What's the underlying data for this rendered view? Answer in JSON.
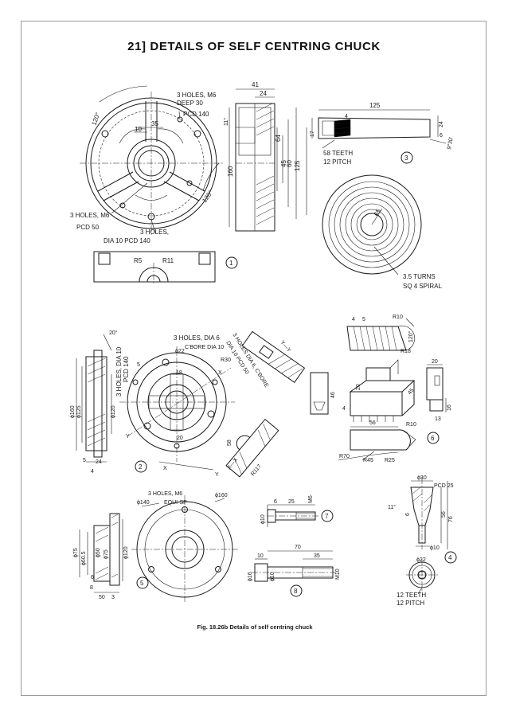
{
  "title": "21] DETAILS OF SELF CENTRING CHUCK",
  "caption": "Fig. 18.26b Details of self centring chuck",
  "part_numbers": [
    "1",
    "2",
    "3",
    "4",
    "5",
    "6",
    "7",
    "8"
  ],
  "part1": {
    "holes_m6": "3 HOLES, M6",
    "deep": "DEEP 30",
    "pcd140": "PCD 140",
    "holes_m6_b": "3 HOLES, M6",
    "pcd50": "PCD 50",
    "holes3": "3 HOLES,",
    "dia10": "DIA 10 PCD 140",
    "d120a": "120°",
    "d120b": "120°",
    "d35": "35",
    "d10": "10",
    "d41": "41",
    "d24": "24",
    "d11": "11°",
    "d64": "64",
    "d45": "45",
    "d60": "60",
    "d125": "125",
    "d160": "160",
    "r5": "R5",
    "r11": "R11"
  },
  "part3": {
    "d125": "125",
    "d4": "4",
    "d17": "17",
    "d24": "24",
    "d6": "6",
    "ang": "9°30'",
    "teeth": "58 TEETH",
    "pitch": "12 PITCH",
    "d65": "65",
    "turns": "3.5 TURNS",
    "spiral": "SQ 4 SPIRAL"
  },
  "part2": {
    "d20": "20°",
    "holes_dia10": "3 HOLES, DIA 10",
    "pcd140": "PCD 140",
    "holes_dia6": "3 HOLES, DIA 6",
    "cbore": "C'BORE DIA 10",
    "d22": "ϕ22",
    "d5": "5",
    "d18": "18",
    "r30": "R30",
    "xlab": "X",
    "ylab": "Y",
    "d160": "ϕ160",
    "d125": "ϕ125",
    "d120": "ϕ120",
    "d5b": "5",
    "d24": "24",
    "d4": "4",
    "d20b": "20",
    "d58": "58",
    "side1": "3 HOLES DIA 6, C'BORE",
    "side2": "DIA 10 PCD 50",
    "yy": "Y—Y",
    "xx": "X—X",
    "r117": "R117"
  },
  "part6": {
    "d4": "4",
    "d5": "5",
    "r10": "R10",
    "d120": "120°",
    "r18": "R18",
    "d20": "20",
    "d46": "46",
    "d20b": "20",
    "d4b": "4",
    "d45": "45",
    "d16": "16",
    "d13": "13",
    "d56": "56",
    "r10b": "R10",
    "r70": "R70",
    "r45": "R45",
    "r25": "R25"
  },
  "part5": {
    "holes_m6": "3 HOLES, M6",
    "equi": "EQUI-SP",
    "d140": "ϕ140",
    "d160": "ϕ160",
    "d75": "ϕ75",
    "d60": "ϕ60.5",
    "d50": "ϕ50",
    "d75b": "ϕ75",
    "d120": "ϕ120",
    "d6": "6",
    "d8": "8",
    "d50b": "50",
    "d3": "3"
  },
  "part7": {
    "d6": "6",
    "d25": "25",
    "m6": "M6",
    "d10": "ϕ10"
  },
  "part8": {
    "d70": "70",
    "d10": "10",
    "d35": "35",
    "m10": "M10",
    "d16": "ϕ16",
    "d10b": "ϕ10"
  },
  "part4": {
    "d30": "ϕ30",
    "pcd25": "PCD 25",
    "ang": "11°",
    "d6": "6",
    "d56": "56",
    "d76": "76",
    "d10": "ϕ10",
    "d22": "ϕ22",
    "teeth": "12 TEETH",
    "pitch": "12 PITCH"
  }
}
